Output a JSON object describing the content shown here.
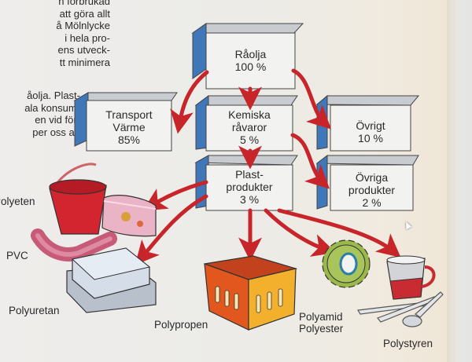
{
  "body_text": {
    "paragraph1": [
      "n förbrukad",
      "att göra allt",
      "å Mölnlycke",
      "i hela pro-",
      "ens utveck-",
      "tt minimera"
    ],
    "paragraph2": [
      "åolja. Plast-",
      "ala konsum-",
      "en vid för-",
      "per oss att"
    ]
  },
  "flow": {
    "raolja": {
      "name": "Råolja",
      "percent": "100 %"
    },
    "transport": {
      "name1": "Transport",
      "name2": "Värme",
      "percent": "85%"
    },
    "kemiska": {
      "name1": "Kemiska",
      "name2": "råvaror",
      "percent": "5 %"
    },
    "ovrigt": {
      "name": "Övrigt",
      "percent": "10 %"
    },
    "plast": {
      "name1": "Plast-",
      "name2": "produkter",
      "percent": "3 %"
    },
    "ovriga": {
      "name1": "Övriga",
      "name2": "produkter",
      "percent": "2 %"
    }
  },
  "products": {
    "polyeten": "Polyeten",
    "pvc": "PVC",
    "polyuretan": "Polyuretan",
    "polypropen": "Polypropen",
    "polyamid": "Polyamid",
    "polyester": "Polyester",
    "polystyren": "Polystyren"
  },
  "colors": {
    "arrow": "#c8252b",
    "box_side": "#3f77b8",
    "box_top": "#c8cbd0",
    "box_face": "#f2f2f0"
  }
}
